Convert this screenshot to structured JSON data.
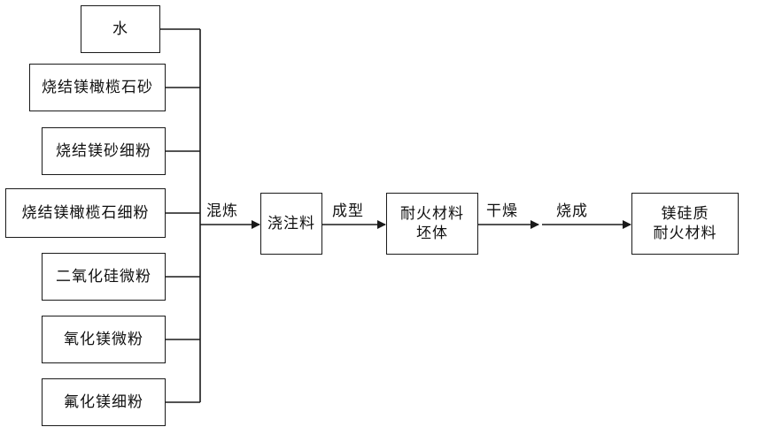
{
  "inputs": [
    "水",
    "烧结镁橄榄石砂",
    "烧结镁砂细粉",
    "烧结镁橄榄石细粉",
    "二氧化硅微粉",
    "氧化镁微粉",
    "氟化镁细粉"
  ],
  "steps": {
    "mix": "混炼",
    "cast": "浇注料",
    "form": "成型",
    "green_body": [
      "耐火材料",
      "坯体"
    ],
    "dry": "干燥",
    "fire": "烧成",
    "product": [
      "镁硅质",
      "耐火材料"
    ]
  }
}
